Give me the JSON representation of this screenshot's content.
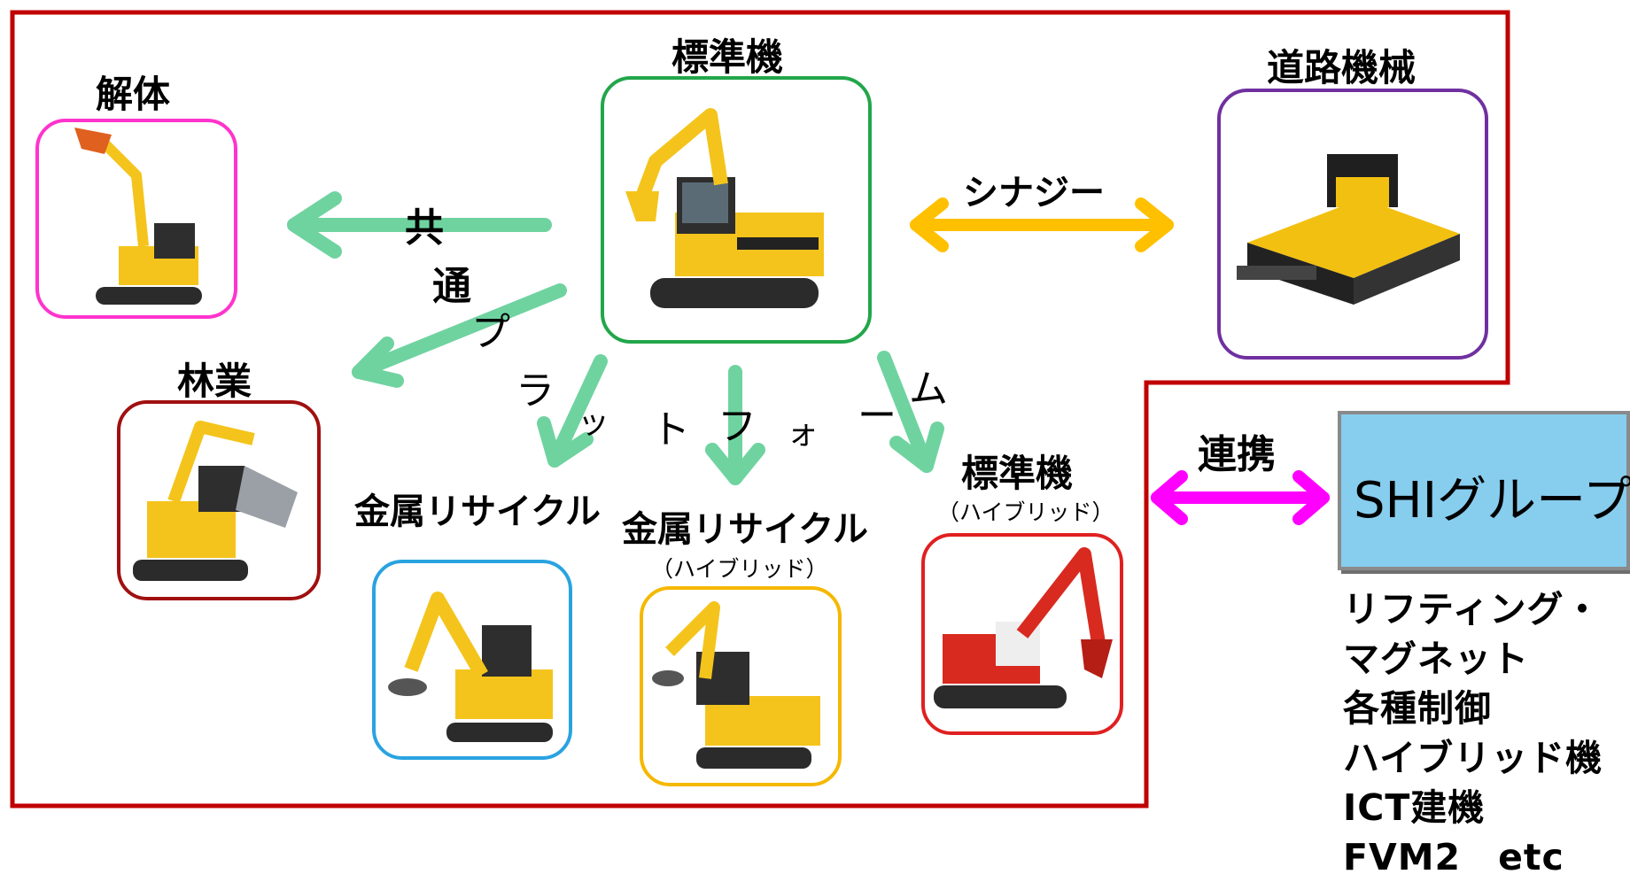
{
  "labels": {
    "standard": "標準機",
    "road": "道路機械",
    "demolition": "解体",
    "forestry": "林業",
    "metal_recycle": "金属リサイクル",
    "metal_recycle_hybrid": "金属リサイクル",
    "hybrid_paren": "（ハイブリッド）",
    "standard_hybrid": "標準機",
    "standard_hybrid_paren": "（ハイブリッド）",
    "synergy": "シナジー",
    "renkei": "連携"
  },
  "platform_chars": [
    "共",
    "通",
    "プ",
    "ラ",
    "ッ",
    "ト",
    "フ",
    "ォ",
    "ー",
    "ム"
  ],
  "shi": {
    "title": "SHIグループ",
    "items": [
      "リフティング・",
      "マグネット",
      "各種制御",
      "ハイブリッド機",
      "ICT建機",
      "FVM2　etc"
    ]
  },
  "colors": {
    "frame": "#c00000",
    "arrow_green": "#6fd3a0",
    "arrow_orange": "#ffc000",
    "arrow_magenta": "#ff00ff",
    "box_demolition": "#ff33cc",
    "box_standard": "#22a64a",
    "box_road": "#7030a0",
    "box_forestry": "#a01010",
    "box_metal": "#29a3e0",
    "box_metal_hybrid": "#f5b800",
    "box_standard_hybrid": "#e02020",
    "shi_fill": "#87cdee"
  },
  "icons": [
    "excavator-standard",
    "excavator-demolition",
    "asphalt-paver",
    "excavator-forestry",
    "excavator-magnet",
    "excavator-magnet-hybrid",
    "excavator-red-hybrid"
  ]
}
